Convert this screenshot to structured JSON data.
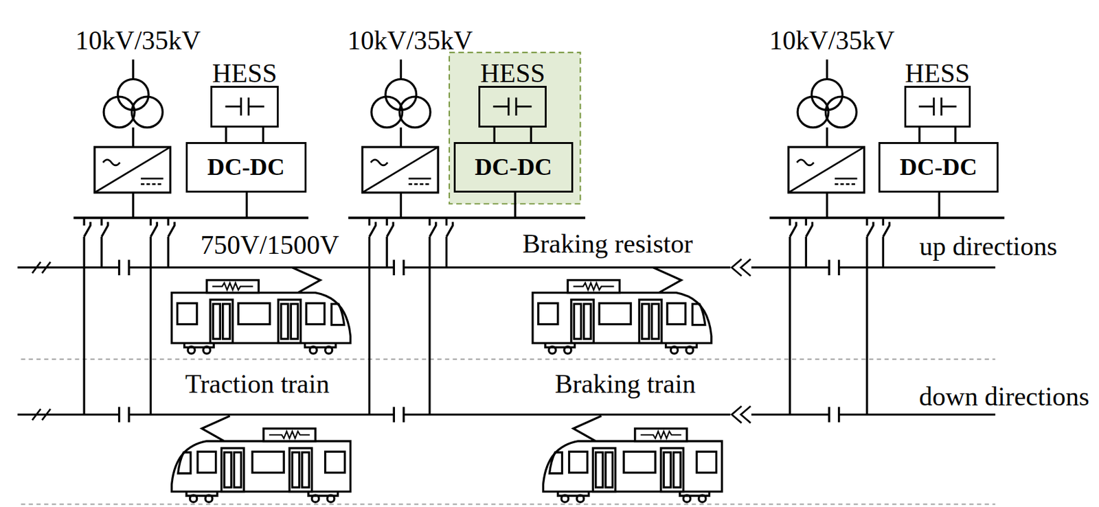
{
  "diagram": {
    "nodes": [
      {
        "text": [
          "HESS"
        ]
      },
      {
        "text": [
          "DC-DC"
        ]
      },
      {
        "text": [
          "HESS"
        ]
      },
      {
        "text": [
          "DC-DC"
        ]
      },
      {
        "text": [
          "HESS"
        ]
      },
      {
        "text": [
          "DC-DC"
        ]
      }
    ],
    "edges": [
      {
        "from": 0,
        "to": 1,
        "arrow": "none"
      },
      {
        "from": 2,
        "to": 3,
        "arrow": "none"
      },
      {
        "from": 4,
        "to": 5,
        "arrow": "none"
      }
    ],
    "labels": [
      "10kV/35kV",
      "10kV/35kV",
      "10kV/35kV",
      "750V/1500V",
      "Braking resistor",
      "up directions",
      "Traction train",
      "Braking train",
      "down directions"
    ]
  }
}
